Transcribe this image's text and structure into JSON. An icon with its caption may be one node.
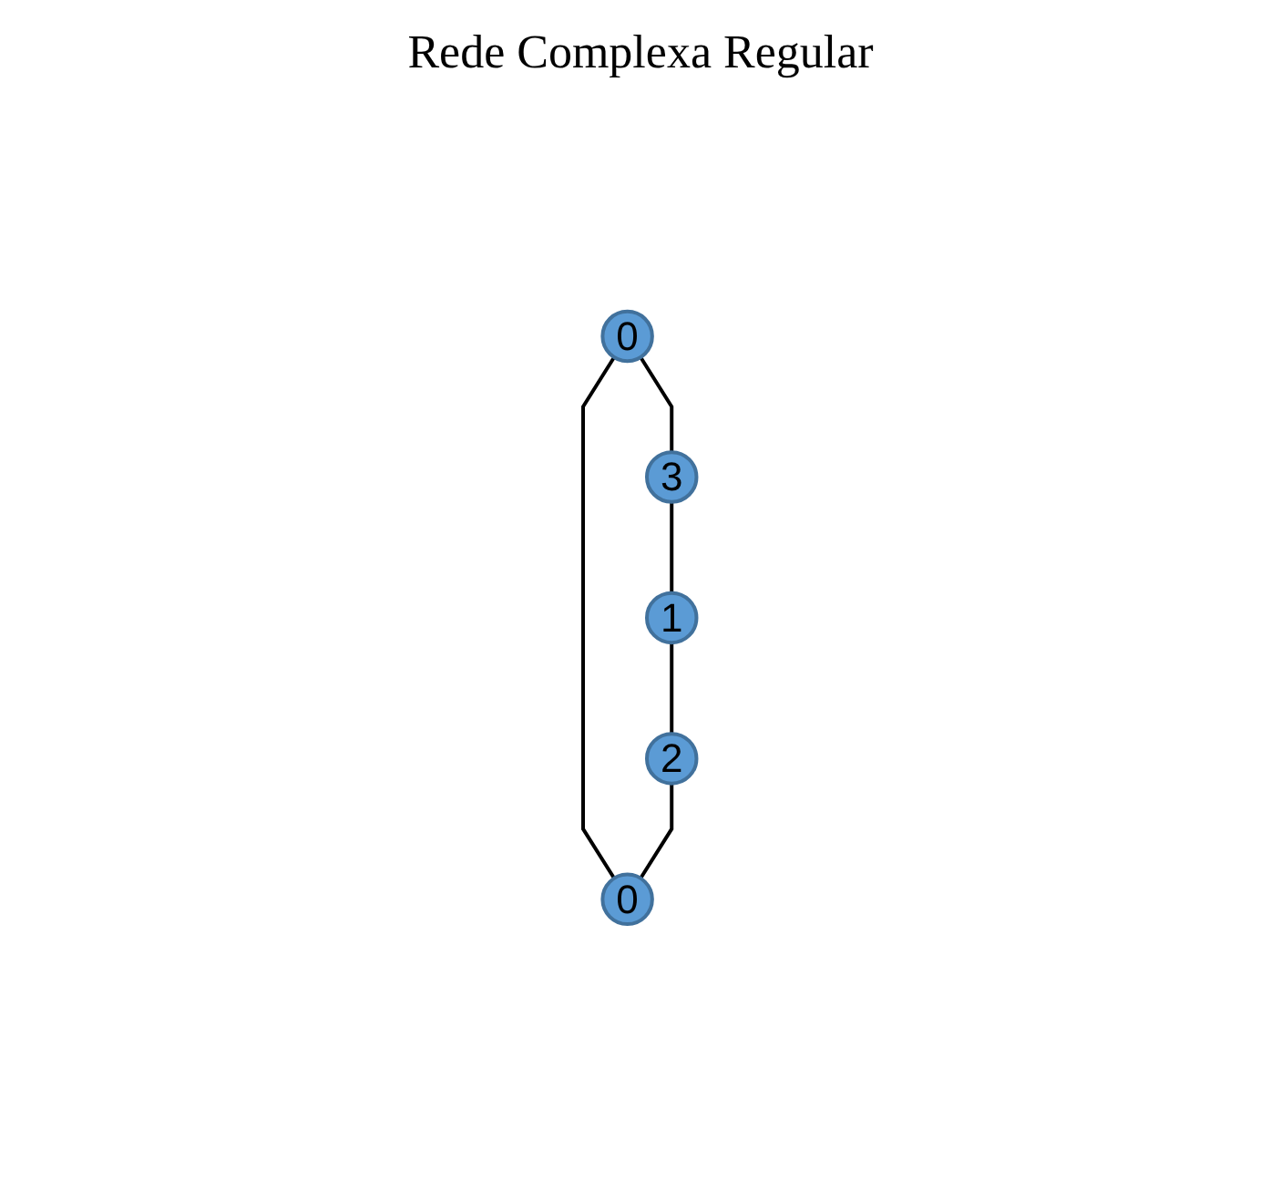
{
  "diagram": {
    "title": "Rede Complexa Regular",
    "nodes": [
      {
        "text": [
          "0"
        ]
      },
      {
        "text": [
          "3"
        ]
      },
      {
        "text": [
          "0"
        ]
      },
      {
        "text": [
          "1"
        ]
      },
      {
        "text": [
          "2"
        ]
      }
    ],
    "edges": [
      {
        "from": 0,
        "to": 1,
        "arrow": "none"
      },
      {
        "from": 0,
        "to": 2,
        "arrow": "none"
      },
      {
        "from": 1,
        "to": 3,
        "arrow": "none"
      },
      {
        "from": 3,
        "to": 4,
        "arrow": "none"
      },
      {
        "from": 4,
        "to": 2,
        "arrow": "none"
      }
    ]
  }
}
